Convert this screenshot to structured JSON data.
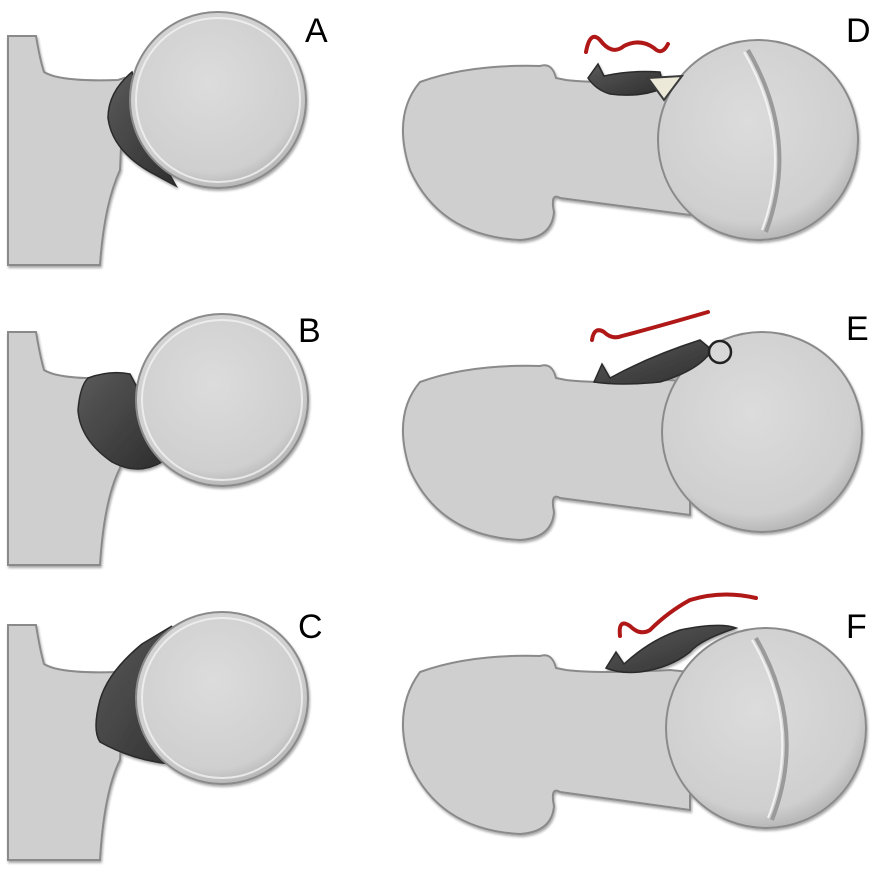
{
  "panels": [
    {
      "letter": "A",
      "view": "coronal",
      "dark_region": "crescent"
    },
    {
      "letter": "B",
      "view": "coronal",
      "dark_region": "blob"
    },
    {
      "letter": "C",
      "view": "coronal",
      "dark_region": "crescent-large"
    },
    {
      "letter": "D",
      "view": "axial",
      "marker": "triangle"
    },
    {
      "letter": "E",
      "view": "axial",
      "marker": "circle"
    },
    {
      "letter": "F",
      "view": "axial",
      "marker": "none"
    }
  ],
  "colors": {
    "bone": "#cfcfcf",
    "bone_edge": "#8a8a8a",
    "bone_highlight": "#f2f2f2",
    "dark_lesion": "#4a4a4a",
    "red_line": "#b01818",
    "marker_fill": "#ece9d8"
  }
}
